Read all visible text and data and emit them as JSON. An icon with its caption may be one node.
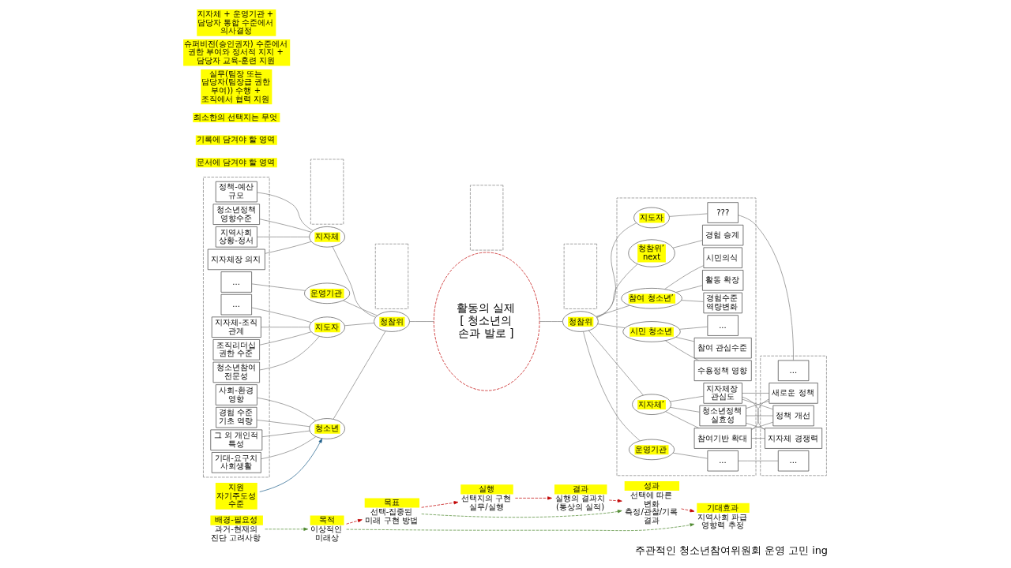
{
  "diagram": {
    "caption": "주관적인 청소년참여위원회 운영 고민 ing",
    "nodes": [
      {
        "text": [
          "배경-필요성",
          "과거-현재의 진단 고려사항"
        ]
      },
      {
        "text": [
          "목적",
          "이상적인 미래상"
        ]
      },
      {
        "text": [
          "목표",
          "선택-집중된 미래 구현 방법"
        ]
      },
      {
        "text": [
          "실행",
          "선택지의 구현 실무/실행"
        ]
      },
      {
        "text": [
          "결과",
          "실행의 결과치 (통상의 실적)"
        ]
      },
      {
        "text": [
          "성과",
          "선택에 따른 변화 측정/관찰/기록 결과"
        ]
      },
      {
        "text": [
          "기대효과",
          "지역사회 파급 영향력 추정"
        ]
      },
      {
        "text": [],
        "shape": "box"
      },
      {
        "text": [],
        "shape": "box"
      },
      {
        "text": [],
        "shape": "box"
      },
      {
        "text": [],
        "shape": "box"
      },
      {
        "text": [],
        "shape": "box"
      },
      {
        "text": [],
        "shape": "box"
      },
      {
        "text": [],
        "shape": "box"
      },
      {
        "text": [
          "지역사회 상황-정서"
        ],
        "in": 7
      },
      {
        "text": [
          "지자체장 의지"
        ],
        "in": 7
      },
      {
        "text": [
          "정책-예산 규모"
        ],
        "in": 7
      },
      {
        "text": [
          "청소년정책 영향수준"
        ],
        "in": 7
      },
      {
        "text": [
          "..."
        ],
        "in": 7
      },
      {
        "text": [
          "지자체-조직 관계"
        ],
        "in": 7
      },
      {
        "text": [
          "조직리더십 권한 수준"
        ],
        "in": 7
      },
      {
        "text": [
          "청소년참여 전문성"
        ],
        "in": 7
      },
      {
        "text": [
          "..."
        ],
        "in": 7
      },
      {
        "text": [
          "경험 수준 기초 역량"
        ],
        "in": 7
      },
      {
        "text": [
          "그 외 개인적 특성"
        ],
        "in": 7
      },
      {
        "text": [
          "기대-요구치 사회생활"
        ],
        "in": 7
      },
      {
        "text": [
          "사회-환경 영향"
        ],
        "in": 7
      },
      {
        "text": [
          "지자체"
        ]
      },
      {
        "text": [
          "운영기관"
        ]
      },
      {
        "text": [
          "지도자"
        ]
      },
      {
        "text": [
          "청소년"
        ]
      },
      {
        "text": [
          "지원 자기주도성 수준"
        ]
      },
      {
        "text": [
          "청참위"
        ]
      },
      {
        "text": [
          "활동의 실제 [ 청소년의 손과 발로 ]"
        ]
      },
      {
        "text": [
          "청참위"
        ]
      },
      {
        "text": [
          "지자체’"
        ],
        "in": 12
      },
      {
        "text": [
          "운영기관"
        ],
        "in": 12
      },
      {
        "text": [
          "지도자"
        ],
        "in": 12
      },
      {
        "text": [
          "청참위’ next"
        ],
        "in": 12
      },
      {
        "text": [
          "참여 청소년’"
        ],
        "in": 12
      },
      {
        "text": [
          "시민 청소년"
        ],
        "in": 12
      },
      {
        "text": [
          "참여기반 확대"
        ],
        "in": 12
      },
      {
        "text": [
          "청소년정책 실효성"
        ],
        "in": 12
      },
      {
        "text": [
          "지자체장 관심도"
        ],
        "in": 12
      },
      {
        "text": [
          "..."
        ],
        "in": 12
      },
      {
        "text": [
          "???"
        ],
        "in": 12
      },
      {
        "text": [
          "경험 승계"
        ],
        "in": 12
      },
      {
        "text": [
          "경험수준 역량변화"
        ],
        "in": 12
      },
      {
        "text": [
          "활동 확장"
        ],
        "in": 12
      },
      {
        "text": [
          "시민의식"
        ],
        "in": 12
      },
      {
        "text": [
          "수용정책 영향"
        ],
        "in": 12
      },
      {
        "text": [
          "참여 관심수준"
        ],
        "in": 12
      },
      {
        "text": [
          "..."
        ],
        "in": 12
      },
      {
        "text": [
          "새로운 정책"
        ],
        "in": 13
      },
      {
        "text": [
          "정책 개선"
        ],
        "in": 13
      },
      {
        "text": [
          "지자체 경쟁력"
        ],
        "in": 13
      },
      {
        "text": [
          "..."
        ],
        "in": 13
      },
      {
        "text": [
          "..."
        ],
        "in": 13
      }
    ],
    "edges": [
      {
        "from": 0,
        "to": 1,
        "arrow": "to",
        "style": "dashed",
        "color": "#4f8a2f"
      },
      {
        "from": 1,
        "to": 2,
        "arrow": "to",
        "style": "dashed",
        "color": "#c00000"
      },
      {
        "from": 1,
        "to": 6,
        "arrow": "to",
        "style": "dashed",
        "color": "#4f8a2f"
      },
      {
        "from": 2,
        "to": 3,
        "arrow": "to",
        "style": "dashed",
        "color": "#c00000"
      },
      {
        "from": 2,
        "to": 5,
        "arrow": "to",
        "style": "dashed",
        "color": "#4f8a2f"
      },
      {
        "from": 3,
        "to": 4,
        "arrow": "to",
        "style": "dashed",
        "color": "#c00000"
      },
      {
        "from": 4,
        "to": 5,
        "arrow": "to",
        "style": "dashed",
        "color": "#c00000"
      },
      {
        "from": 5,
        "to": 6,
        "arrow": "to",
        "style": "dashed",
        "color": "#c00000"
      },
      {
        "from": 14,
        "to": 27,
        "arrow": "none"
      },
      {
        "from": 15,
        "to": 27,
        "arrow": "none"
      },
      {
        "from": 16,
        "to": 27,
        "arrow": "none"
      },
      {
        "from": 17,
        "to": 27,
        "arrow": "none"
      },
      {
        "from": 18,
        "to": 28,
        "arrow": "none"
      },
      {
        "from": 19,
        "to": 29,
        "arrow": "none"
      },
      {
        "from": 20,
        "to": 29,
        "arrow": "none"
      },
      {
        "from": 21,
        "to": 29,
        "arrow": "none"
      },
      {
        "from": 22,
        "to": 29,
        "arrow": "none"
      },
      {
        "from": 23,
        "to": 30,
        "arrow": "none"
      },
      {
        "from": 24,
        "to": 30,
        "arrow": "none"
      },
      {
        "from": 25,
        "to": 30,
        "arrow": "none"
      },
      {
        "from": 26,
        "to": 30,
        "arrow": "none"
      },
      {
        "from": 31,
        "to": 30,
        "arrow": "to",
        "color": "#1f5f8b"
      },
      {
        "from": 27,
        "to": 32,
        "arrow": "none"
      },
      {
        "from": 28,
        "to": 32,
        "arrow": "none"
      },
      {
        "from": 29,
        "to": 32,
        "arrow": "none"
      },
      {
        "from": 30,
        "to": 32,
        "arrow": "none"
      },
      {
        "from": 32,
        "to": 33,
        "arrow": "none"
      },
      {
        "from": 33,
        "to": 34,
        "arrow": "none"
      },
      {
        "from": 34,
        "to": 35,
        "arrow": "none"
      },
      {
        "from": 34,
        "to": 36,
        "arrow": "none"
      },
      {
        "from": 34,
        "to": 37,
        "arrow": "none"
      },
      {
        "from": 34,
        "to": 38,
        "arrow": "none"
      },
      {
        "from": 34,
        "to": 39,
        "arrow": "none"
      },
      {
        "from": 34,
        "to": 40,
        "arrow": "none"
      },
      {
        "from": 35,
        "to": 41,
        "arrow": "none"
      },
      {
        "from": 35,
        "to": 42,
        "arrow": "none"
      },
      {
        "from": 35,
        "to": 43,
        "arrow": "none"
      },
      {
        "from": 36,
        "to": 44,
        "arrow": "none"
      },
      {
        "from": 37,
        "to": 45,
        "arrow": "none"
      },
      {
        "from": 38,
        "to": 46,
        "arrow": "none"
      },
      {
        "from": 39,
        "to": 47,
        "arrow": "none"
      },
      {
        "from": 39,
        "to": 48,
        "arrow": "none"
      },
      {
        "from": 39,
        "to": 49,
        "arrow": "none"
      },
      {
        "from": 40,
        "to": 50,
        "arrow": "none"
      },
      {
        "from": 40,
        "to": 51,
        "arrow": "none"
      },
      {
        "from": 40,
        "to": 52,
        "arrow": "none"
      },
      {
        "from": 41,
        "to": 53,
        "arrow": "none"
      },
      {
        "from": 41,
        "to": 54,
        "arrow": "none"
      },
      {
        "from": 41,
        "to": 55,
        "arrow": "none"
      },
      {
        "from": 42,
        "to": 53,
        "arrow": "none"
      },
      {
        "from": 42,
        "to": 54,
        "arrow": "none"
      },
      {
        "from": 42,
        "to": 55,
        "arrow": "none"
      },
      {
        "from": 43,
        "to": 53,
        "arrow": "none"
      },
      {
        "from": 43,
        "to": 54,
        "arrow": "none"
      },
      {
        "from": 43,
        "to": 55,
        "arrow": "none"
      },
      {
        "from": 44,
        "to": 56,
        "arrow": "none"
      },
      {
        "from": 45,
        "to": 57,
        "arrow": "none"
      }
    ],
    "labels": [
      "문서에 담겨야 할 영역",
      "기록에 담겨야 할 영역",
      "최소한의 선택지는 무엇",
      "실무(팀장 또는 담당자(팀장급 권한 부여)) 수행 + 조직에서 협력 지원",
      "슈퍼비전(승인권자) 수준에서 권한 부여와 정서적 지지 + 담당자 교육-훈련 지원",
      "지자체 + 운영기관 + 담당자 통합 수준에서 의사결정"
    ]
  }
}
